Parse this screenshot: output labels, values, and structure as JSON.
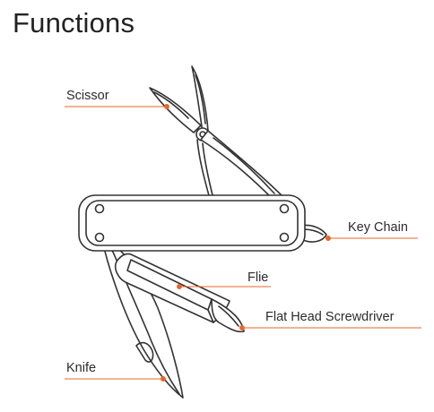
{
  "title": "Functions",
  "labels": {
    "scissor": "Scissor",
    "key_chain": "Key Chain",
    "file": "Flie",
    "flat_head_screwdriver": "Flat Head Screwdriver",
    "knife": "Knife"
  },
  "colors": {
    "leader_line": "#e8662a",
    "outline": "#333333"
  }
}
